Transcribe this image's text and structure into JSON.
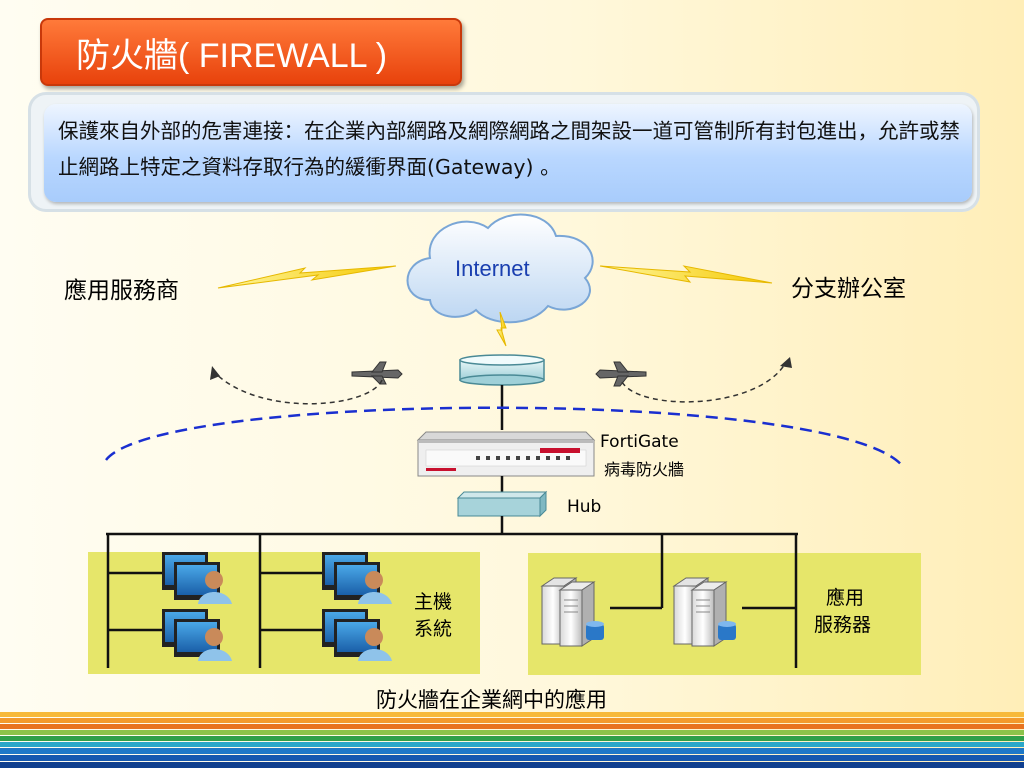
{
  "slide": {
    "title": "防火牆( FIREWALL )",
    "definition": "保護來自外部的危害連接：在企業內部網路及網際網路之間架設一道可管制所有封包進出，允許或禁止網路上特定之資料存取行為的緩衝界面(Gateway) 。"
  },
  "diagram": {
    "internet_label": "Internet",
    "left_label": "應用服務商",
    "right_label": "分支辦公室",
    "firewall_label_line1": "FortiGate",
    "firewall_label_line2": "病毒防火牆",
    "hub_label": "Hub",
    "hosts_label_line1": "主機",
    "hosts_label_line2": "系統",
    "servers_label_line1": "應用",
    "servers_label_line2": "服務器",
    "caption": "防火牆在企業網中的應用"
  },
  "colors": {
    "title_bg": "#e8420c",
    "definition_bg": "#b9d7ff",
    "panel_bg": "#e6e66a",
    "dashed_arc": "#1a2fd0",
    "lightning": "#ffe11a"
  }
}
